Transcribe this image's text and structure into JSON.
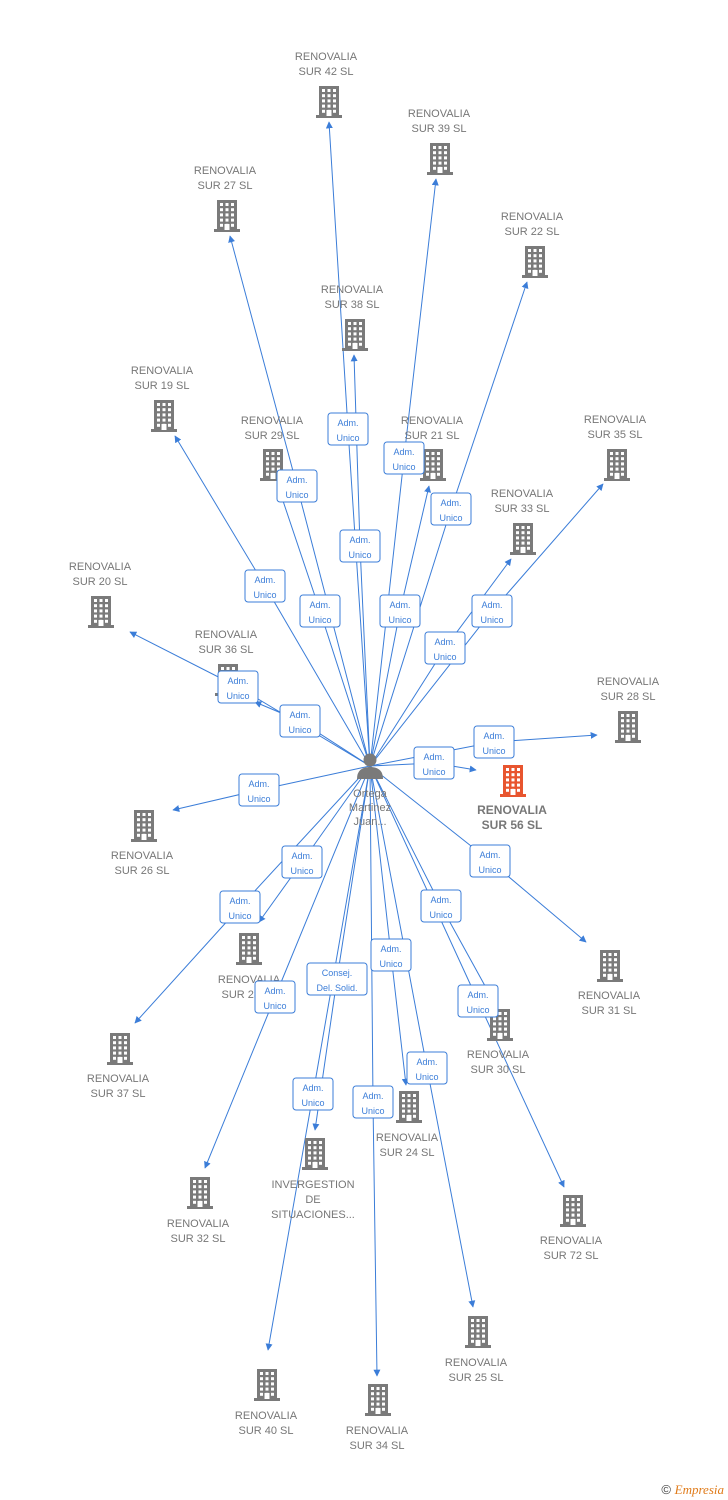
{
  "colors": {
    "edge": "#3b7dd8",
    "company": "#7a7a7a",
    "main_company": "#e8552f",
    "person": "#7a7a7a"
  },
  "person": {
    "lines": [
      "Ortega",
      "Martinez",
      "Juan..."
    ]
  },
  "companies": [
    {
      "id": "c42",
      "lines": [
        "RENOVALIA",
        "SUR 42  SL"
      ]
    },
    {
      "id": "c39",
      "lines": [
        "RENOVALIA",
        "SUR 39  SL"
      ]
    },
    {
      "id": "c27",
      "lines": [
        "RENOVALIA",
        "SUR 27  SL"
      ]
    },
    {
      "id": "c22",
      "lines": [
        "RENOVALIA",
        "SUR 22  SL"
      ]
    },
    {
      "id": "c38",
      "lines": [
        "RENOVALIA",
        "SUR 38  SL"
      ]
    },
    {
      "id": "c19",
      "lines": [
        "RENOVALIA",
        "SUR 19  SL"
      ]
    },
    {
      "id": "c29",
      "lines": [
        "RENOVALIA",
        "SUR 29  SL"
      ]
    },
    {
      "id": "c21",
      "lines": [
        "RENOVALIA",
        "SUR 21  SL"
      ]
    },
    {
      "id": "c35",
      "lines": [
        "RENOVALIA",
        "SUR 35  SL"
      ]
    },
    {
      "id": "c33",
      "lines": [
        "RENOVALIA",
        "SUR 33  SL"
      ]
    },
    {
      "id": "c20",
      "lines": [
        "RENOVALIA",
        "SUR 20  SL"
      ]
    },
    {
      "id": "c36",
      "lines": [
        "RENOVALIA",
        "SUR 36  SL"
      ]
    },
    {
      "id": "c28",
      "lines": [
        "RENOVALIA",
        "SUR 28  SL"
      ]
    },
    {
      "id": "c56",
      "lines": [
        "RENOVALIA",
        "SUR 56  SL"
      ],
      "main": true
    },
    {
      "id": "c26",
      "lines": [
        "RENOVALIA",
        "SUR 26  SL"
      ]
    },
    {
      "id": "c31",
      "lines": [
        "RENOVALIA",
        "SUR 31  SL"
      ]
    },
    {
      "id": "c23",
      "lines": [
        "RENOVALIA",
        "SUR 23  SL"
      ]
    },
    {
      "id": "c30",
      "lines": [
        "RENOVALIA",
        "SUR 30  SL"
      ]
    },
    {
      "id": "c37",
      "lines": [
        "RENOVALIA",
        "SUR 37  SL"
      ]
    },
    {
      "id": "c24",
      "lines": [
        "RENOVALIA",
        "SUR 24  SL"
      ]
    },
    {
      "id": "cinv",
      "lines": [
        "INVERGESTION",
        "DE",
        "SITUACIONES..."
      ]
    },
    {
      "id": "c32",
      "lines": [
        "RENOVALIA",
        "SUR 32  SL"
      ]
    },
    {
      "id": "c72",
      "lines": [
        "RENOVALIA",
        "SUR 72  SL"
      ]
    },
    {
      "id": "c25",
      "lines": [
        "RENOVALIA",
        "SUR 25  SL"
      ]
    },
    {
      "id": "c40",
      "lines": [
        "RENOVALIA",
        "SUR 40  SL"
      ]
    },
    {
      "id": "c34",
      "lines": [
        "RENOVALIA",
        "SUR 34  SL"
      ]
    }
  ],
  "roles": [
    {
      "target": "c42",
      "lines": [
        "Adm.",
        "Unico"
      ]
    },
    {
      "target": "c39",
      "lines": [
        "Adm.",
        "Unico"
      ]
    },
    {
      "target": "c27",
      "lines": [
        "Adm.",
        "Unico"
      ]
    },
    {
      "target": "c22",
      "lines": [
        "Adm.",
        "Unico"
      ]
    },
    {
      "target": "c38",
      "lines": [
        "Adm.",
        "Unico"
      ]
    },
    {
      "target": "c19",
      "lines": [
        "Adm.",
        "Unico"
      ]
    },
    {
      "target": "c29",
      "lines": [
        "Adm.",
        "Unico"
      ]
    },
    {
      "target": "c21",
      "lines": [
        "Adm.",
        "Unico"
      ]
    },
    {
      "target": "c35",
      "lines": [
        "Adm.",
        "Unico"
      ]
    },
    {
      "target": "c33",
      "lines": [
        "Adm.",
        "Unico"
      ]
    },
    {
      "target": "c20",
      "lines": [
        "Adm.",
        "Unico"
      ]
    },
    {
      "target": "c36",
      "lines": [
        "Adm.",
        "Unico"
      ]
    },
    {
      "target": "c28",
      "lines": [
        "Adm.",
        "Unico"
      ]
    },
    {
      "target": "c56",
      "lines": [
        "Adm.",
        "Unico"
      ]
    },
    {
      "target": "c26",
      "lines": [
        "Adm.",
        "Unico"
      ]
    },
    {
      "target": "c31",
      "lines": [
        "Adm.",
        "Unico"
      ]
    },
    {
      "target": "c23",
      "lines": [
        "Adm.",
        "Unico"
      ]
    },
    {
      "target": "c30",
      "lines": [
        "Adm.",
        "Unico"
      ]
    },
    {
      "target": "c37",
      "lines": [
        "Adm.",
        "Unico"
      ]
    },
    {
      "target": "c24",
      "lines": [
        "Adm.",
        "Unico"
      ]
    },
    {
      "target": "cinv",
      "lines": [
        "Consej.",
        "Del. Solid."
      ]
    },
    {
      "target": "c32",
      "lines": [
        "Adm.",
        "Unico"
      ]
    },
    {
      "target": "c72",
      "lines": [
        "Adm.",
        "Unico"
      ]
    },
    {
      "target": "c25",
      "lines": [
        "Adm.",
        "Unico"
      ]
    },
    {
      "target": "c40",
      "lines": [
        "Adm.",
        "Unico"
      ]
    },
    {
      "target": "c34",
      "lines": [
        "Adm.",
        "Unico"
      ]
    }
  ],
  "footer": {
    "copyright": "©",
    "brand": "Empresia"
  }
}
